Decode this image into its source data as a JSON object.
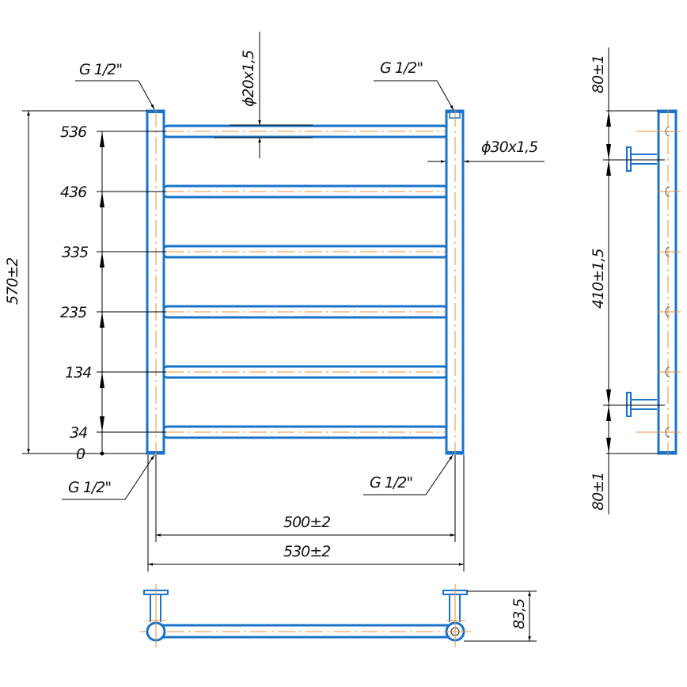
{
  "drawing": {
    "title": "Towel radiator technical drawing",
    "colors": {
      "outline": "#1a73c8",
      "centerline": "#e8913a",
      "dimension": "#000000"
    },
    "front_view": {
      "thread_labels": {
        "top_left": "G 1/2\"",
        "top_right": "G 1/2\"",
        "bottom_left": "G 1/2\"",
        "bottom_right": "G 1/2\""
      },
      "crossbar_diameter": "ϕ20x1,5",
      "riser_diameter": "ϕ30x1,5",
      "overall_height": "570±2",
      "bar_positions": [
        "536",
        "436",
        "335",
        "235",
        "134",
        "34",
        "0"
      ],
      "center_distance": "500±2",
      "overall_width": "530±2"
    },
    "side_view": {
      "top_offset": "80±1",
      "bracket_distance": "410±1,5",
      "bottom_offset": "80±1"
    },
    "top_view": {
      "depth": "83,5"
    }
  }
}
